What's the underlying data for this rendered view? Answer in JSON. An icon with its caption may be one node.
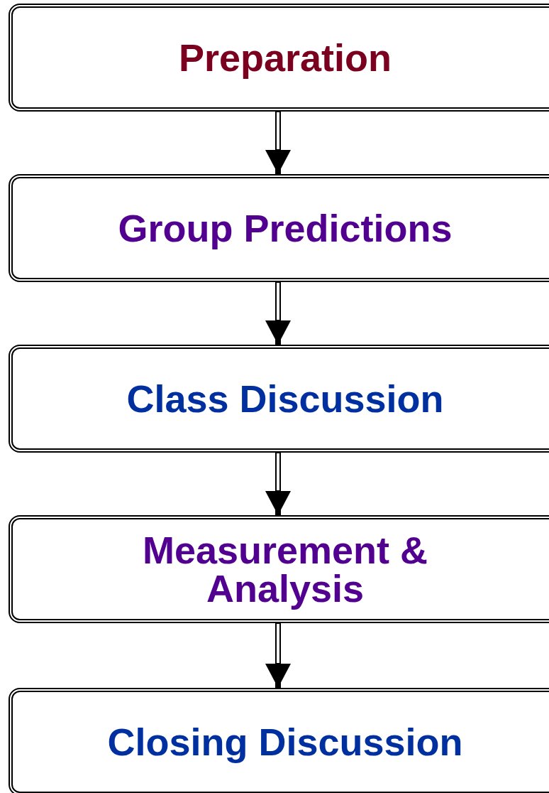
{
  "diagram": {
    "nodes": [
      {
        "text": [
          "Preparation"
        ]
      },
      {
        "text": [
          "Group Predictions"
        ]
      },
      {
        "text": [
          "Class Discussion"
        ]
      },
      {
        "text": [
          "Measurement & Analysis"
        ]
      },
      {
        "text": [
          "Closing Discussion"
        ]
      }
    ],
    "edges": [
      {
        "from": 0,
        "to": 1,
        "arrow": "to"
      },
      {
        "from": 1,
        "to": 2,
        "arrow": "to"
      },
      {
        "from": 2,
        "to": 3,
        "arrow": "to"
      },
      {
        "from": 3,
        "to": 4,
        "arrow": "to"
      }
    ]
  }
}
